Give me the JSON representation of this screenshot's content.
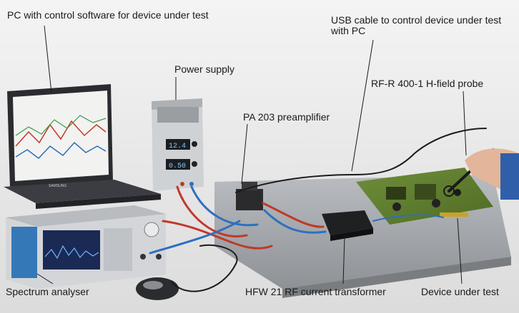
{
  "labels": {
    "pc": "PC with control software for device under test",
    "usb": "USB cable to control device under test with PC",
    "power_supply": "Power supply",
    "probe": "RF-R 400-1 H-field probe",
    "preamp": "PA 203 preamplifier",
    "spectrum": "Spectrum analyser",
    "transformer": "HFW 21 RF current transformer",
    "dut": "Device under test"
  },
  "psu_display": {
    "voltage": "12.4",
    "current": "0.50"
  },
  "laptop_brand": "SAMSUNG"
}
